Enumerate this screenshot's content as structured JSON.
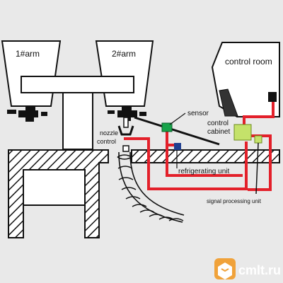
{
  "labels": {
    "arm1": "1#arm",
    "arm2": "2#arm",
    "control_room": "control room",
    "sensor": "sensor",
    "control_cabinet_line1": "control",
    "control_cabinet_line2": "cabinet",
    "nozzle_control_line1": "nozzle",
    "nozzle_control_line2": "control",
    "refrigerating_unit": "refrigerating unit",
    "signal_processing_unit": "signal processing unit"
  },
  "watermark": {
    "text": "cmlt.ru"
  },
  "colors": {
    "background": "#e9e9e9",
    "signal_line": "#e3202a",
    "sensor": "#17a34a",
    "cabinet": "#c4e26a",
    "refrigerating_unit": "#1f3f8f",
    "outline": "#111111",
    "watermark_bg": "#f0a23a"
  }
}
